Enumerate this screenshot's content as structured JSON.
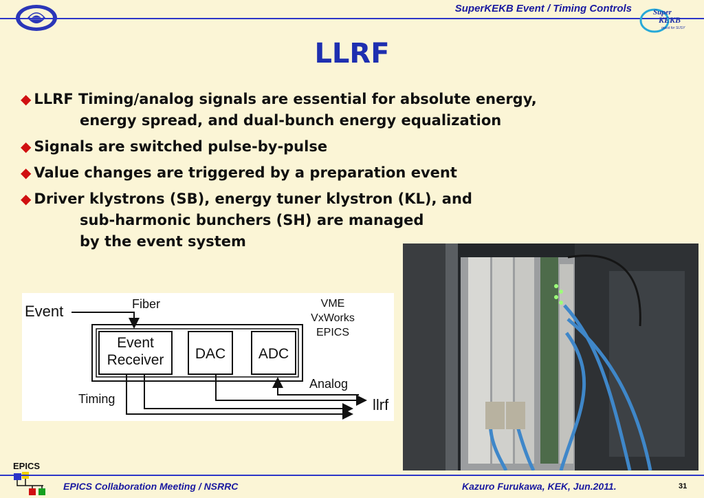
{
  "header": {
    "title": "SuperKEKB Event / Timing Controls"
  },
  "logos": {
    "left_icon": "kek-logo-icon",
    "right_text": [
      "Super",
      "KEKB",
      "quest for SUSY"
    ]
  },
  "slide": {
    "title": "LLRF"
  },
  "bullets": [
    {
      "lines": [
        "LLRF Timing/analog signals are essential for absolute energy,",
        "energy spread, and dual-bunch energy equalization"
      ]
    },
    {
      "lines": [
        "Signals are switched pulse-by-pulse"
      ]
    },
    {
      "lines": [
        "Value changes are triggered by a preparation event"
      ]
    },
    {
      "lines": [
        "Driver klystrons (SB), energy tuner klystron (KL), and",
        "sub-harmonic bunchers (SH) are managed",
        "by the event system"
      ]
    }
  ],
  "diagram": {
    "event": "Event",
    "fiber": "Fiber",
    "vme": [
      "VME",
      "VxWorks",
      "EPICS"
    ],
    "receiver": [
      "Event",
      "Receiver"
    ],
    "dac": "DAC",
    "adc": "ADC",
    "analog": "Analog",
    "timing": "Timing",
    "llrf": "llrf"
  },
  "footer": {
    "epics_label": "EPICS",
    "left": "EPICS Collaboration Meeting / NSRRC",
    "right": "Kazuro Furukawa, KEK, Jun.2011.",
    "page": "31"
  },
  "colors": {
    "accent": "#2b35c8",
    "title": "#1e2fb0",
    "bullet": "#d01010",
    "background": "#fbf5d6"
  }
}
